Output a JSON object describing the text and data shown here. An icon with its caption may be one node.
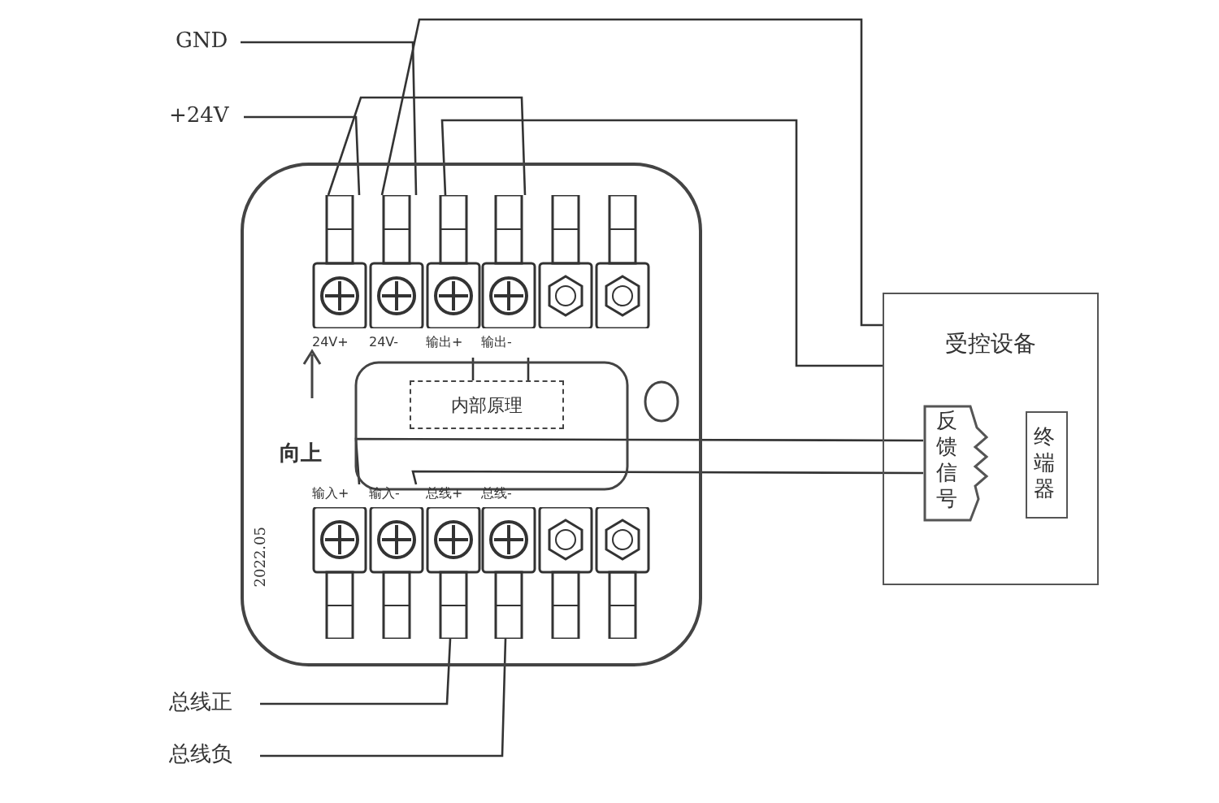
{
  "diagram": {
    "nodes": [
      {
        "text": [
          "GND"
        ]
      },
      {
        "text": [
          "+24V"
        ]
      },
      {
        "text": [
          "向上",
          "2022.05"
        ]
      },
      {
        "text": [
          "24V+"
        ],
        "in": 2
      },
      {
        "text": [
          "24V-"
        ],
        "in": 2
      },
      {
        "text": [
          "输出+"
        ],
        "in": 2
      },
      {
        "text": [
          "输出-"
        ],
        "in": 2
      },
      {
        "text": [],
        "shape": "terminal",
        "in": 2
      },
      {
        "text": [],
        "shape": "terminal",
        "in": 2
      },
      {
        "text": [
          "内部原理"
        ],
        "in": 2
      },
      {
        "text": [
          "输入+"
        ],
        "in": 2
      },
      {
        "text": [
          "输入-"
        ],
        "in": 2
      },
      {
        "text": [
          "总线+"
        ],
        "in": 2
      },
      {
        "text": [
          "总线-"
        ],
        "in": 2
      },
      {
        "text": [],
        "shape": "terminal",
        "in": 2
      },
      {
        "text": [],
        "shape": "terminal",
        "in": 2
      },
      {
        "text": [
          "受控设备"
        ]
      },
      {
        "text": [
          "反馈信号"
        ],
        "in": 16
      },
      {
        "text": [
          "终端器"
        ],
        "in": 16
      },
      {
        "text": [
          "总线正"
        ]
      },
      {
        "text": [
          "总线负"
        ]
      }
    ],
    "edges": [
      {
        "from": 1,
        "to": 3,
        "arrow": "none"
      },
      {
        "from": 0,
        "to": 4,
        "arrow": "none"
      },
      {
        "from": 3,
        "to": 6,
        "arrow": "none"
      },
      {
        "from": 4,
        "to": 16,
        "arrow": "none"
      },
      {
        "from": 5,
        "to": 16,
        "arrow": "none"
      },
      {
        "from": 5,
        "to": 9,
        "arrow": "none"
      },
      {
        "from": 6,
        "to": 9,
        "arrow": "none"
      },
      {
        "from": 10,
        "to": 17,
        "arrow": "none"
      },
      {
        "from": 11,
        "to": 17,
        "arrow": "none"
      },
      {
        "from": 12,
        "to": 19,
        "arrow": "none"
      },
      {
        "from": 13,
        "to": 20,
        "arrow": "none"
      }
    ]
  }
}
